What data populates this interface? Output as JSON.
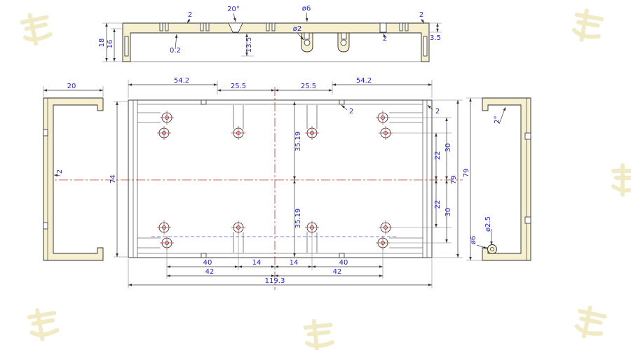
{
  "colors": {
    "outline": "#2b2b2b",
    "dim_text": "#2121c8",
    "centerline": "#cc3333",
    "hidden_line": "#5a5ac8",
    "section_fill": "#f6f0d0",
    "watermark": "#f1ebc5"
  },
  "views": {
    "section": {
      "labels": {
        "outer_height": "18",
        "inner_height": "16",
        "step": "2",
        "angle": "20°",
        "dia_outer": "ø6",
        "dia_inner": "ø2",
        "rib": "2",
        "edge": "2",
        "micro_step": "0.2",
        "depth": "13.5",
        "flange": "3.5"
      }
    },
    "left_profile": {
      "labels": {
        "width": "20",
        "wall": "2"
      }
    },
    "plan": {
      "top_chain": [
        "54.2",
        "25.5",
        "25.5",
        "54.2"
      ],
      "wall_callouts": [
        "2",
        "2"
      ],
      "labels": {
        "height": "74",
        "mid_top": "35.19",
        "mid_bottom": "35.19",
        "right_22_top": "22",
        "right_30_top": "30",
        "right_79": "79",
        "right_22_bottom": "22",
        "right_30_bottom": "30",
        "overall_width": "119.3"
      },
      "bottom_row1": [
        "40",
        "14",
        "14",
        "40"
      ],
      "bottom_row2": [
        "42",
        "42"
      ]
    },
    "right_profile": {
      "labels": {
        "draft_angle": "2°",
        "height": "79",
        "dia_outer": "ø6",
        "dia_inner": "ø2.5"
      }
    }
  }
}
